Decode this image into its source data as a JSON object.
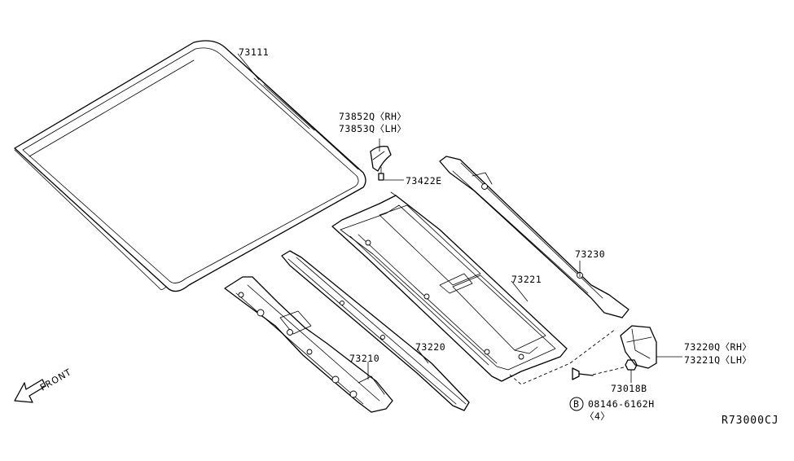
{
  "callouts": {
    "p73111": "73111",
    "p73852q": "73852Q〈RH〉",
    "p73853q": "73853Q〈LH〉",
    "p73422e": "73422E",
    "p73230": "73230",
    "p73221": "73221",
    "p73220": "73220",
    "p73210": "73210",
    "p73220q": "73220Q〈RH〉",
    "p73221q": "73221Q〈LH〉",
    "p73018b": "73018B",
    "bolt_symbol": "B",
    "bolt_part": "08146-6162H",
    "bolt_qty": "〈4〉"
  },
  "front_label": "FRONT",
  "diagram_code": "R73000CJ"
}
